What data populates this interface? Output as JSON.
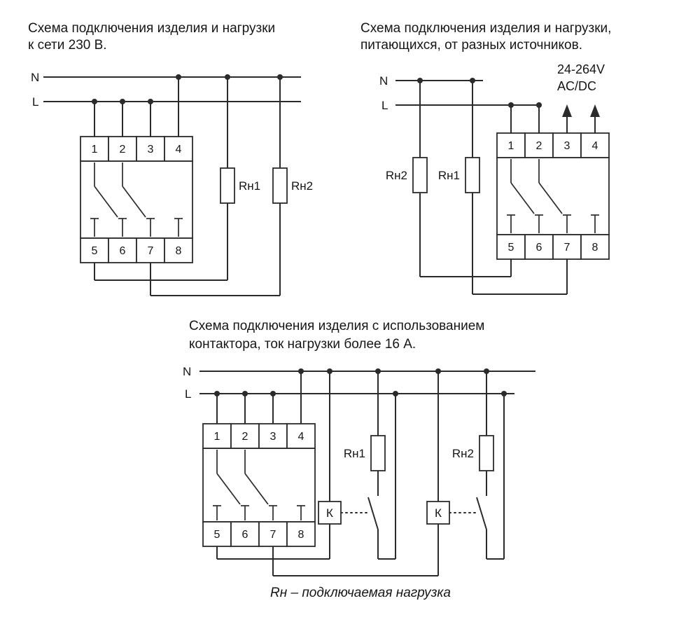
{
  "page": {
    "background_color": "#ffffff",
    "line_color": "#2b2b2b",
    "text_color": "#161616"
  },
  "diagram1": {
    "title_line1": "Схема подключения изделия и нагрузки",
    "title_line2": "к сети 230 В.",
    "labels": {
      "n": "N",
      "l": "L",
      "rn1": "Rн1",
      "rn2": "Rн2"
    },
    "terminals_top": [
      "1",
      "2",
      "3",
      "4"
    ],
    "terminals_bottom": [
      "5",
      "6",
      "7",
      "8"
    ]
  },
  "diagram2": {
    "title_line1": "Схема подключения изделия и нагрузки,",
    "title_line2": "питающихся, от разных источников.",
    "supply_line1": "24-264V",
    "supply_line2": "AC/DC",
    "labels": {
      "n": "N",
      "l": "L",
      "rn1": "Rн1",
      "rn2": "Rн2"
    },
    "terminals_top": [
      "1",
      "2",
      "3",
      "4"
    ],
    "terminals_bottom": [
      "5",
      "6",
      "7",
      "8"
    ]
  },
  "diagram3": {
    "title_line1": "Схема подключения изделия с использованием",
    "title_line2": "контактора, ток нагрузки более 16 А.",
    "labels": {
      "n": "N",
      "l": "L",
      "rn1": "Rн1",
      "rn2": "Rн2",
      "contactor1": "К",
      "contactor2": "К"
    },
    "terminals_top": [
      "1",
      "2",
      "3",
      "4"
    ],
    "terminals_bottom": [
      "5",
      "6",
      "7",
      "8"
    ]
  },
  "caption": "Rн – подключаемая нагрузка"
}
